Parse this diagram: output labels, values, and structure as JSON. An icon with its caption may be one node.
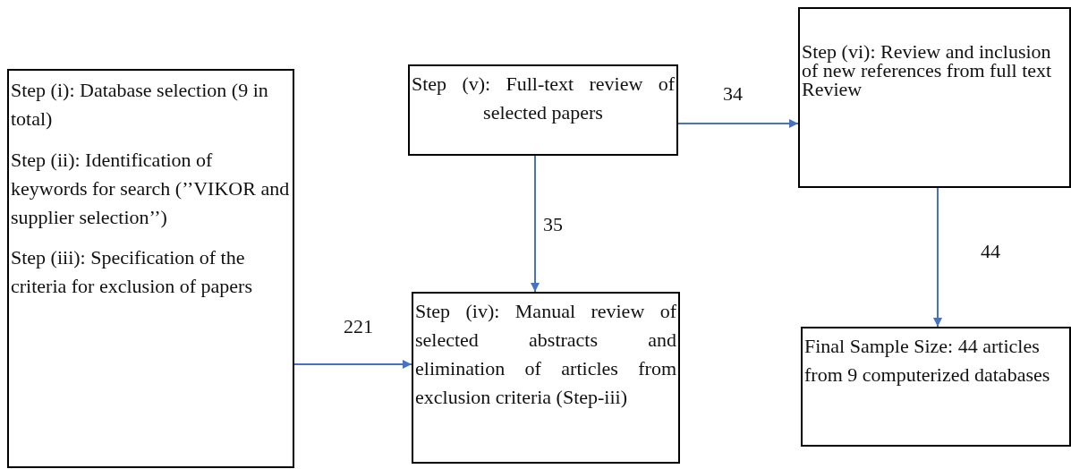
{
  "diagram": {
    "nodes": [
      {
        "text": [
          "Step (i): Database selection (9 in total)",
          "Step (ii): Identification of keywords for search (’’VIKOR and supplier selection’’)",
          "Step (iii): Specification of the criteria for exclusion of papers"
        ]
      },
      {
        "text": [
          "Step (v): Full-text review of selected papers"
        ]
      },
      {
        "text": [
          "Step (vi): Review and inclusion of new references from full text Review"
        ]
      },
      {
        "text": [
          "Step (iv): Manual review of selected abstracts and elimination of articles from exclusion criteria (Step-iii)"
        ]
      },
      {
        "text": [
          "Final Sample Size: 44 articles from 9 computerized databases"
        ]
      }
    ],
    "edges": [
      {
        "from": 1,
        "to": 2,
        "arrow": "to",
        "label": "34"
      },
      {
        "from": 1,
        "to": 3,
        "arrow": "to",
        "label": "35"
      },
      {
        "from": 0,
        "to": 3,
        "arrow": "to",
        "label": "221"
      },
      {
        "from": 2,
        "to": 4,
        "arrow": "to",
        "label": "44"
      }
    ]
  }
}
